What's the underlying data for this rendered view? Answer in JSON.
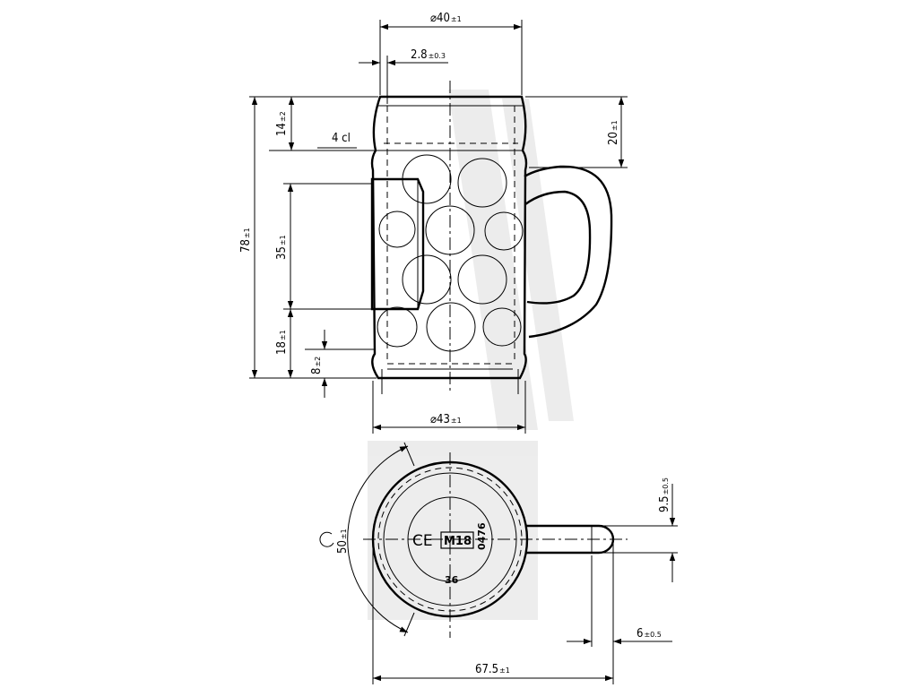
{
  "dimensions": {
    "top_diameter": {
      "value": "⌀40",
      "tol": "±1"
    },
    "wall": {
      "value": "2.8",
      "tol": "±0.3"
    },
    "rim_height": {
      "value": "14",
      "tol": "±2"
    },
    "fill_mark": {
      "value": "4 cl"
    },
    "top_right": {
      "value": "20",
      "tol": "±1"
    },
    "total_height": {
      "value": "78",
      "tol": "±1"
    },
    "decor_height": {
      "value": "35",
      "tol": "±1"
    },
    "lower_height": {
      "value": "18",
      "tol": "±1"
    },
    "base_height": {
      "value": "8",
      "tol": "±2"
    },
    "bottom_diameter": {
      "value": "⌀43",
      "tol": "±1"
    },
    "handle_width": {
      "value": "9.5",
      "tol": "±0.5"
    },
    "arc": {
      "value": "50",
      "tol": "±1"
    },
    "handle_tip": {
      "value": "6",
      "tol": "±0.5"
    },
    "total_length": {
      "value": "67.5",
      "tol": "±1"
    }
  },
  "markings": {
    "ce": "CE",
    "m18": "M18",
    "code": "0476",
    "number": "36"
  }
}
